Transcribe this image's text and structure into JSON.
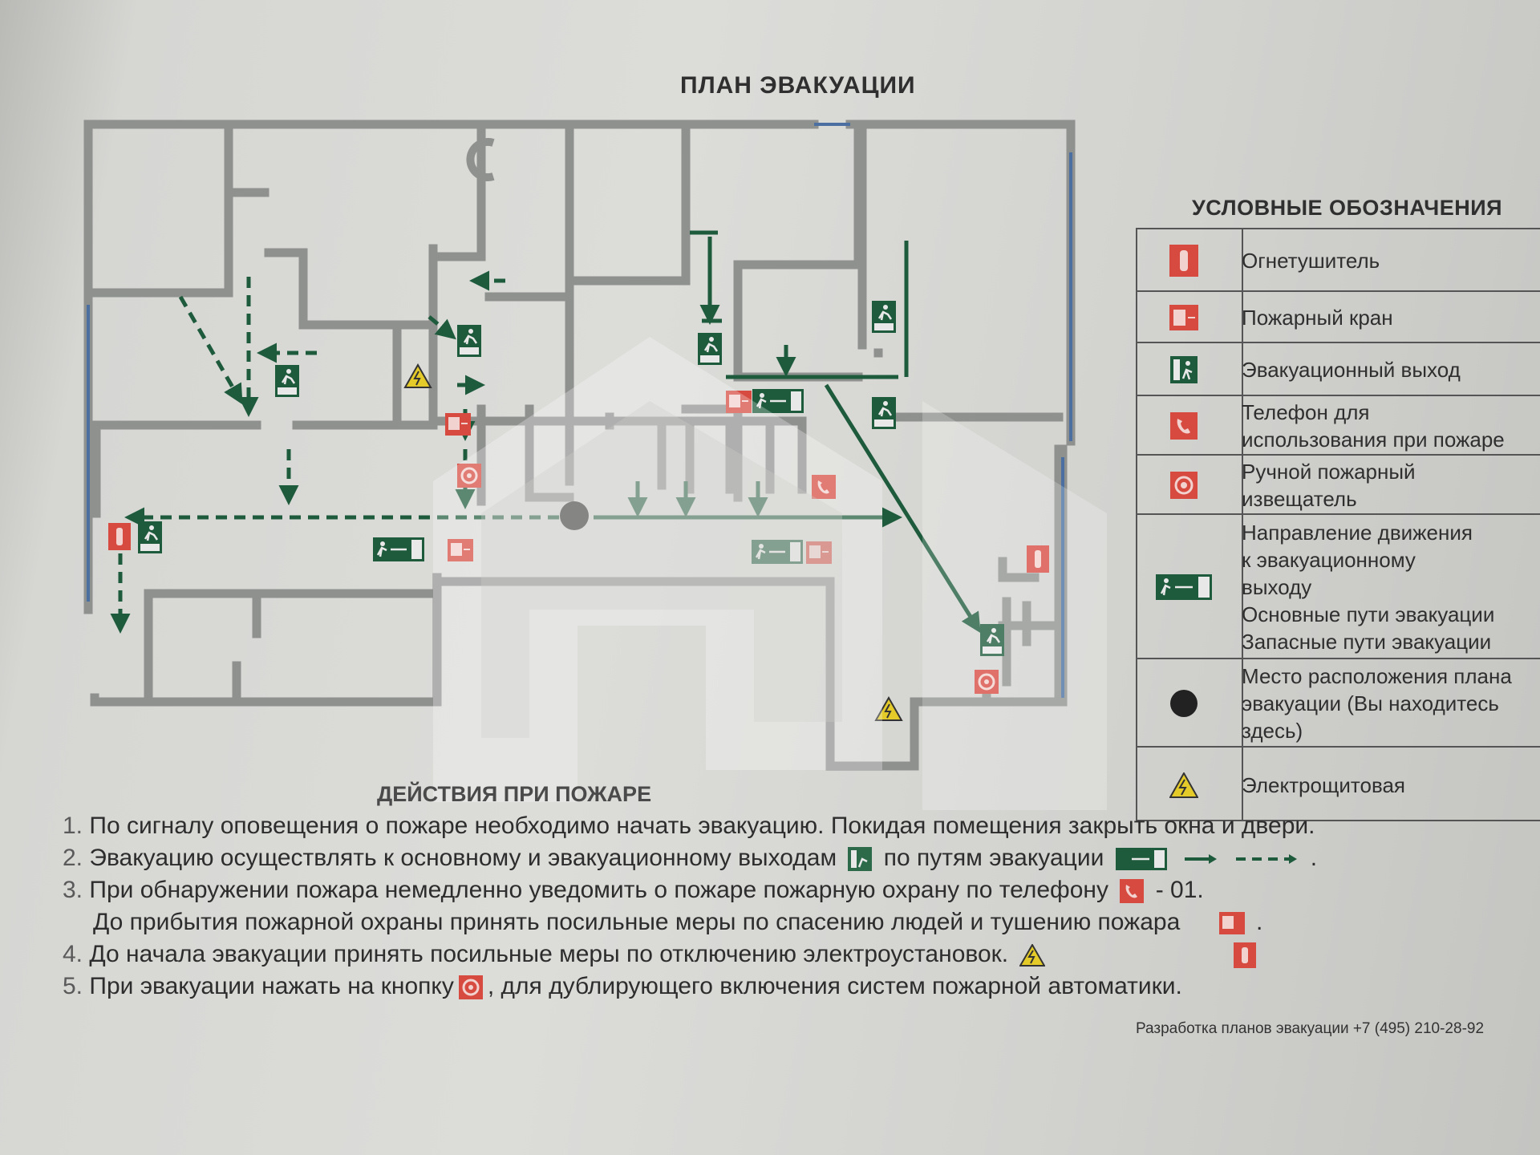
{
  "plan_title": "ПЛАН ЭВАКУАЦИИ",
  "legend": {
    "title": "УСЛОВНЫЕ ОБОЗНАЧЕНИЯ",
    "items": [
      {
        "icon": "fire-extinguisher-icon",
        "lines": [
          "Огнетушитель"
        ]
      },
      {
        "icon": "fire-hydrant-icon",
        "lines": [
          "Пожарный кран"
        ]
      },
      {
        "icon": "emergency-exit-icon",
        "lines": [
          "Эвакуационный выход"
        ]
      },
      {
        "icon": "fire-phone-icon",
        "lines": [
          "Телефон для",
          "использования при пожаре"
        ]
      },
      {
        "icon": "manual-alarm-icon",
        "lines": [
          "Ручной пожарный",
          "извещатель"
        ]
      },
      {
        "icon": "exit-direction-icon",
        "lines": [
          "Направление движения",
          "к эвакуационному",
          "выходу",
          "Основные пути эвакуации",
          "Запасные пути эвакуации"
        ]
      },
      {
        "icon": "you-are-here-icon",
        "lines": [
          "Место расположения плана",
          "эвакуации (Вы находитесь",
          "здесь)"
        ]
      },
      {
        "icon": "electrical-panel-icon",
        "lines": [
          "Электрощитовая"
        ]
      }
    ]
  },
  "actions": {
    "title": "ДЕЙСТВИЯ ПРИ ПОЖАРЕ",
    "items": [
      {
        "num": "1.",
        "text": "По сигналу оповещения о пожаре необходимо начать эвакуацию. Покидая помещения закрыть окна и двери."
      },
      {
        "num": "2.",
        "text_a": "Эвакуацию осуществлять к основному и эвакуационному выходам",
        "text_b": "по путям эвакуации",
        "text_c": "."
      },
      {
        "num": "3.",
        "text_a": "При обнаружении пожара немедленно уведомить о пожаре пожарную охрану по телефону",
        "text_b": "- 01."
      },
      {
        "num": "",
        "text_a": "До прибытия пожарной охраны принять посильные меры по спасению людей и тушению пожара",
        "text_b": "."
      },
      {
        "num": "4.",
        "text_a": "До начала эвакуации принять посильные меры по отключению электроустановок."
      },
      {
        "num": "5.",
        "text_a": "При эвакуации нажать на кнопку",
        "text_b": ", для дублирующего включения систем пожарной автоматики."
      }
    ]
  },
  "credit": "Разработка планов эвакуации +7 (495) 210-28-92",
  "colors": {
    "wall": "#8f918f",
    "green": "#1e5a3c",
    "red": "#d64a40",
    "text": "#2f2f2f"
  }
}
